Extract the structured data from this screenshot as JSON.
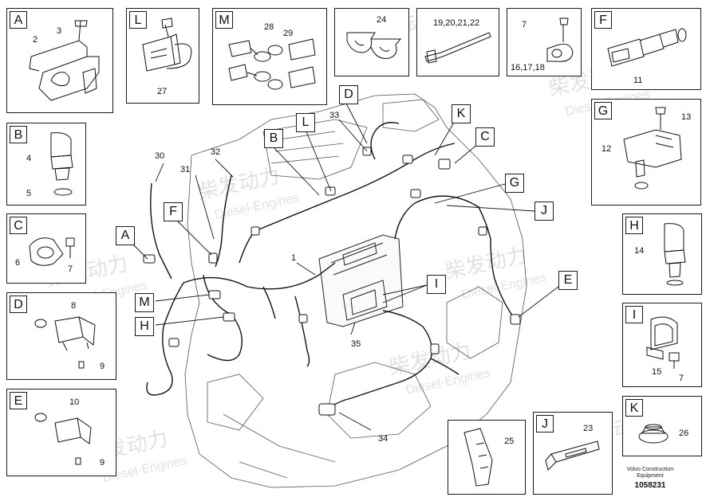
{
  "boxes": {
    "A": {
      "tag": "A",
      "n1": "3",
      "n2": "2"
    },
    "L": {
      "tag": "L",
      "n1": "27"
    },
    "M": {
      "tag": "M",
      "n1": "28",
      "n2": "29"
    },
    "clamp": {
      "n1": "24"
    },
    "tie": {
      "n1": "19,20,21,22"
    },
    "bracket": {
      "n1": "7",
      "n2": "16,17,18"
    },
    "F": {
      "tag": "F",
      "n1": "11"
    },
    "B": {
      "tag": "B",
      "n1": "4",
      "n2": "5"
    },
    "G": {
      "tag": "G",
      "n1": "13",
      "n2": "12"
    },
    "C": {
      "tag": "C",
      "n1": "6",
      "n2": "7"
    },
    "H": {
      "tag": "H",
      "n1": "14"
    },
    "D": {
      "tag": "D",
      "n1": "8",
      "n2": "9"
    },
    "I": {
      "tag": "I",
      "n1": "15",
      "n2": "7"
    },
    "E": {
      "tag": "E",
      "n1": "10",
      "n2": "9"
    },
    "K": {
      "tag": "K",
      "n1": "26"
    },
    "pad": {
      "n1": "25"
    },
    "J": {
      "tag": "J",
      "n1": "23"
    }
  },
  "callouts": [
    "D",
    "L",
    "K",
    "C",
    "B",
    "G",
    "J",
    "F",
    "A",
    "I",
    "E",
    "M",
    "H"
  ],
  "main_numbers": {
    "n33": "33",
    "n30": "30",
    "n32": "32",
    "n31": "31",
    "n1": "1",
    "n35": "35",
    "n34": "34"
  },
  "footer": {
    "brand_line1": "Volvo Construction",
    "brand_line2": "Equipment",
    "doc_number": "1058231"
  },
  "watermark": {
    "cn": "柴发动力",
    "en": "Diesel-Engines"
  }
}
